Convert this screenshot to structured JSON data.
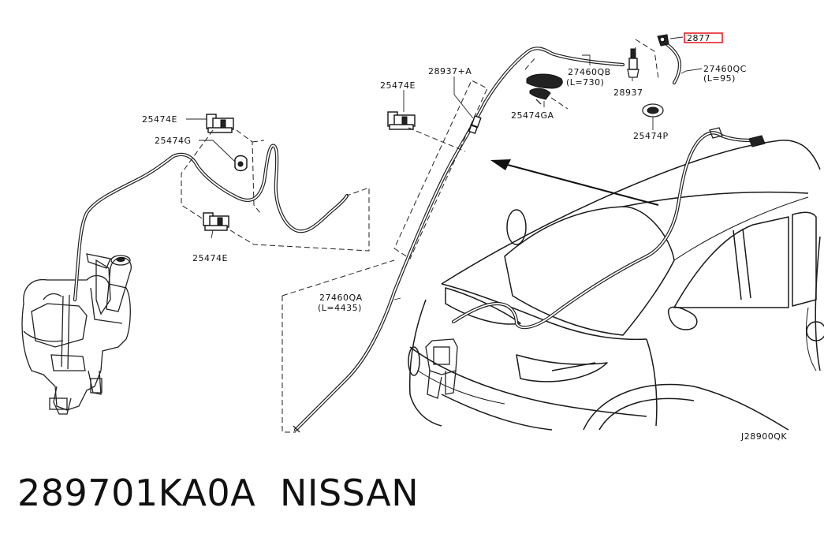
{
  "diagram": {
    "labels": {
      "l_25474E_top": "25474E",
      "l_25474G": "25474G",
      "l_25474E_bottom": "25474E",
      "l_25474E_mid": "25474E",
      "l_28937A": "28937+A",
      "l_27460QB": "27460QB",
      "l_27460QB_len": "(L=730)",
      "l_28937": "28937",
      "l_25474GA": "25474GA",
      "l_highlight": "2877",
      "l_27460QC": "27460QC",
      "l_27460QC_len": "(L=95)",
      "l_25474P": "25474P",
      "l_27460QA": "27460QA",
      "l_27460QA_len": "(L=4435)",
      "l_code": "J28900QK"
    },
    "highlight_color": "#e8121a"
  },
  "footer": {
    "part_number": "289701KA0A",
    "brand": "NISSAN"
  }
}
